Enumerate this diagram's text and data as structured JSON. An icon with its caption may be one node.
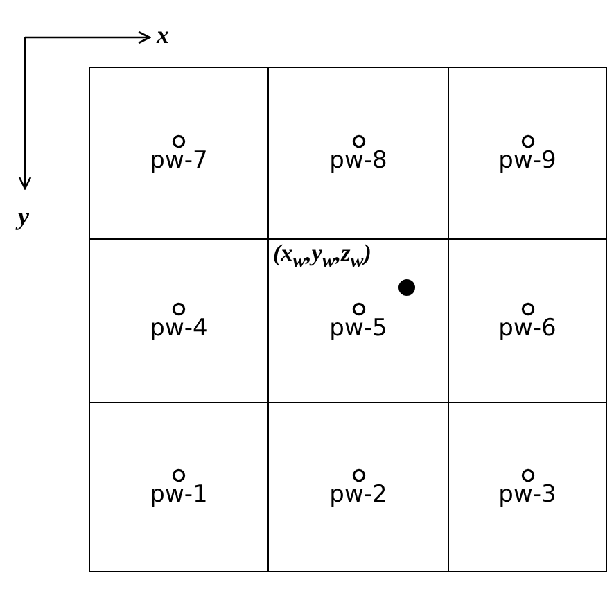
{
  "diagram": {
    "nodes": [
      {
        "text": [
          "pw-7"
        ]
      },
      {
        "text": [
          "pw-8"
        ]
      },
      {
        "text": [
          "pw-9"
        ]
      },
      {
        "text": [
          "pw-4"
        ]
      },
      {
        "text": [
          "pw-5"
        ]
      },
      {
        "text": [
          "pw-6"
        ]
      },
      {
        "text": [
          "pw-1"
        ]
      },
      {
        "text": [
          "pw-2"
        ]
      },
      {
        "text": [
          "pw-3"
        ]
      }
    ],
    "labels": [
      "x",
      "y",
      "(x$_{w}$,y$_{w}$,z$_{w}$)"
    ]
  }
}
